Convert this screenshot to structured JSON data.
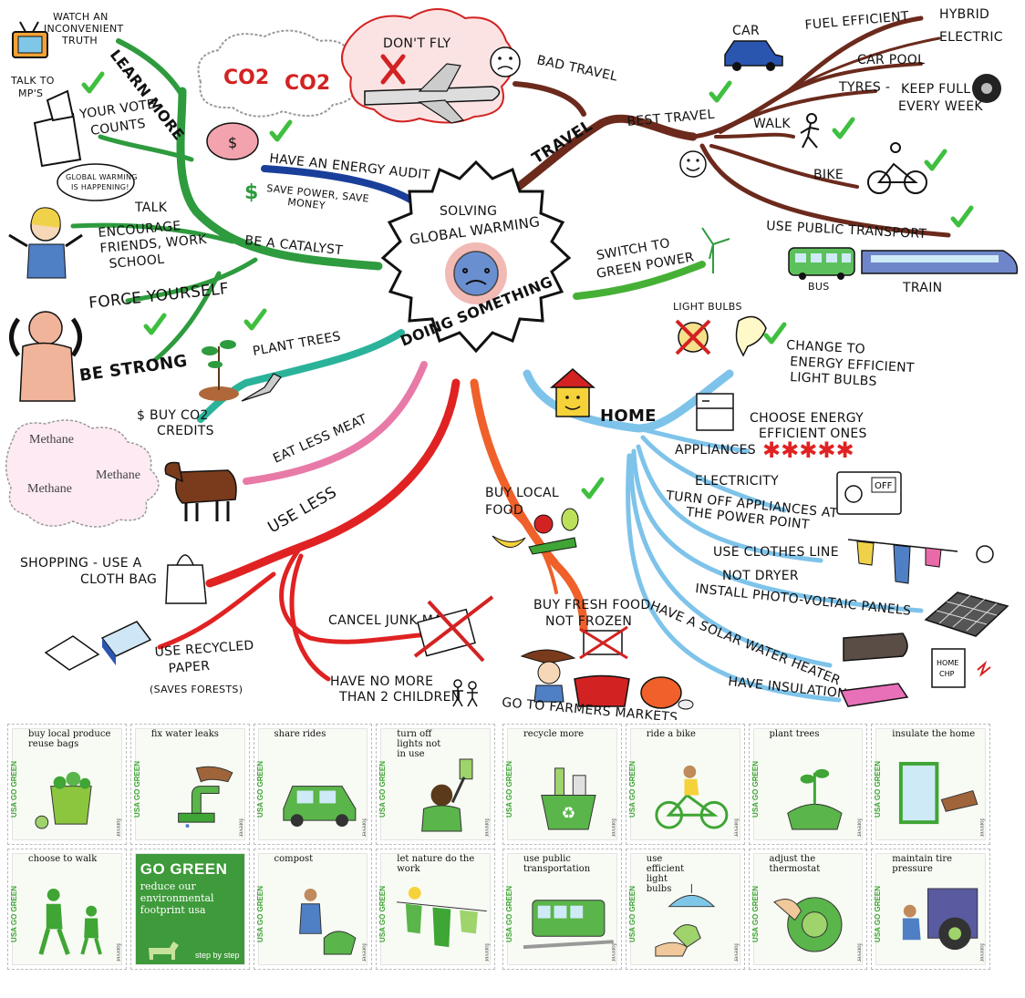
{
  "center": {
    "line1": "SOLVING",
    "line2": "GLOBAL WARMING",
    "line3": "DOING SOMETHING"
  },
  "learn": {
    "branch": "LEARN MORE",
    "watch": [
      "WATCH AN",
      "INCONVENIENT",
      "TRUTH"
    ],
    "talkto": [
      "TALK TO",
      "MP'S"
    ],
    "vote": [
      "YOUR VOTE",
      "COUNTS"
    ],
    "bubble": [
      "GLOBAL WARMING",
      "IS HAPPENING!"
    ],
    "talk": "TALK",
    "encourage": [
      "ENCOURAGE",
      "FRIENDS, WORK",
      "SCHOOL"
    ],
    "catalyst": "BE A CATALYST",
    "force": "FORCE YOURSELF",
    "strong": "BE STRONG"
  },
  "energy": {
    "audit": "HAVE AN ENERGY AUDIT",
    "save": [
      "SAVE POWER, SAVE",
      "MONEY"
    ]
  },
  "travel": {
    "branch": "TRAVEL",
    "bad": "BAD TRAVEL",
    "dontfly": "DON'T FLY",
    "co2": "CO2",
    "best": "BEST TRAVEL",
    "car": "CAR",
    "fuel": "FUEL EFFICIENT",
    "hybrid": "HYBRID",
    "electric": "ELECTRIC",
    "carpool": "CAR POOL",
    "tyres": "TYRES -",
    "keepfull": [
      "KEEP FULL",
      "EVERY WEEK"
    ],
    "walk": "WALK",
    "bike": "BIKE",
    "public": "USE PUBLIC TRANSPORT",
    "bus": "BUS",
    "train": "TRAIN"
  },
  "green": {
    "switch": [
      "SWITCH TO",
      "GREEN POWER"
    ]
  },
  "home": {
    "branch": "HOME",
    "lightbulbs": "LIGHT BULBS",
    "change": [
      "CHANGE TO",
      "ENERGY EFFICIENT",
      "LIGHT BULBS"
    ],
    "choose": [
      "CHOOSE ENERGY",
      "EFFICIENT ONES"
    ],
    "appliances": "APPLIANCES",
    "electricity": "ELECTRICITY",
    "turnoff": [
      "TURN OFF APPLIANCES AT",
      "THE POWER POINT"
    ],
    "off": "OFF",
    "clothes": "USE CLOTHES LINE",
    "notdryer": "NOT DRYER",
    "pv": "INSTALL PHOTO-VOLTAIC PANELS",
    "solar": "HAVE A SOLAR WATER HEATER",
    "insulation": "HAVE INSULATION",
    "chp": [
      "HOME",
      "CHP"
    ]
  },
  "plant": {
    "trees": "PLANT TREES",
    "credits": [
      "$ BUY CO2",
      "CREDITS"
    ]
  },
  "meat": {
    "eat": "EAT LESS MEAT",
    "methane": "Methane"
  },
  "useless": {
    "branch": "USE LESS",
    "shopping": "SHOPPING - USE A",
    "bag": "CLOTH BAG",
    "junk": "CANCEL JUNK MAIL",
    "children": [
      "HAVE NO MORE",
      "THAN 2 CHILDREN"
    ],
    "paper": [
      "USE RECYCLED",
      "PAPER"
    ],
    "forests": "(SAVES FORESTS)"
  },
  "food": {
    "local": [
      "BUY LOCAL",
      "FOOD"
    ],
    "fresh": [
      "BUY FRESH FOOD",
      "NOT FROZEN"
    ],
    "farmers": "GO TO FARMERS MARKETS"
  },
  "stamps": {
    "side": "USA GO GREEN",
    "forever": "forever",
    "items": [
      "buy local produce reuse bags",
      "fix water leaks",
      "share rides",
      "turn off lights not in use",
      "recycle more",
      "ride a bike",
      "plant trees",
      "insulate the home",
      "choose to walk",
      "",
      "compost",
      "let nature do the work",
      "use public transportation",
      "use efficient light bulbs",
      "adjust the thermostat",
      "maintain tire pressure"
    ],
    "big": {
      "title": "GO GREEN",
      "sub": "reduce our environmental footprint usa",
      "step": "step by step"
    }
  },
  "colors": {
    "learn": "#2e9b3e",
    "energy": "#1a3f9a",
    "travel": "#6b2a1c",
    "green": "#45b035",
    "home": "#7ec3ea",
    "plant": "#2ab39a",
    "meat": "#e87aa8",
    "useless": "#e02222",
    "food": "#f0602a",
    "check": "#3fbf3f"
  }
}
